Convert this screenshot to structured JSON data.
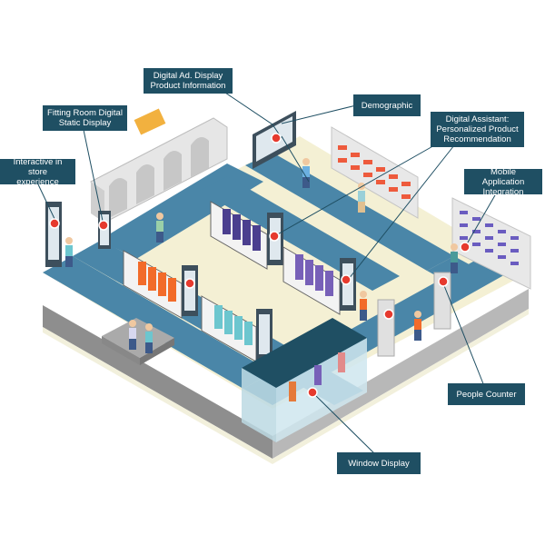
{
  "labels": {
    "digital_ad": "Digital Ad. Display\nProduct Information",
    "demographic": "Demographic",
    "fitting_room": "Fitting Room Digital\nStatic Display",
    "digital_assistant": "Digital Assistant:\nPersonalized Product\nRecommendation",
    "interactive": "Interactive in store\nexperience",
    "mobile_app": "Mobile Application\nIntegration",
    "people_counter": "People Counter",
    "window_display": "Window Display"
  },
  "colors": {
    "floor": "#f4f0d4",
    "aisle": "#4a86a8",
    "slab_top": "#9a9a9a",
    "label_bg": "#1f4f63",
    "leader": "#1f4f63",
    "marker": "#e63a2e",
    "shirt_orange": "#f26b2a",
    "shirt_purple": "#4b3f8f",
    "shirt_cyan": "#6cc6cf",
    "shirt_violet": "#7760b8",
    "shelf_red": "#ee5a3c",
    "shelf_blue": "#6a5cc0"
  }
}
